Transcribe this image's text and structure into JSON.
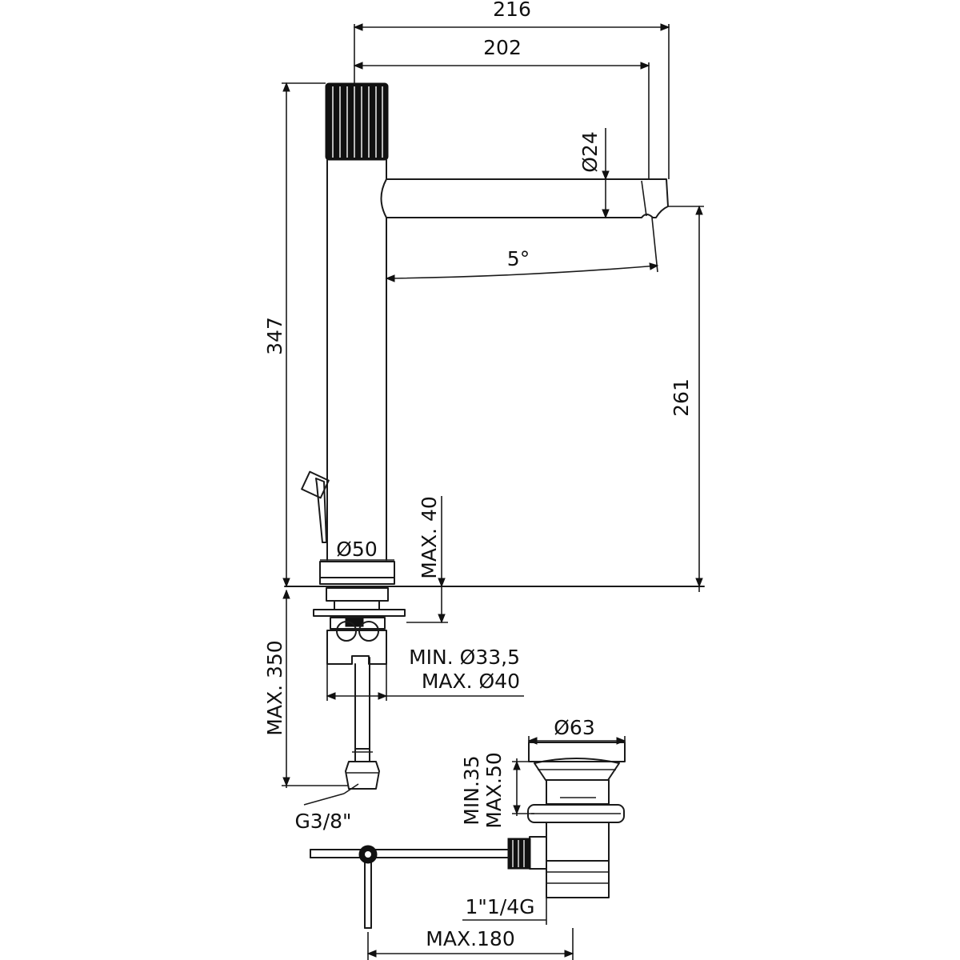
{
  "drawing": {
    "type": "technical-dimension-drawing",
    "colors": {
      "line": "#1a1a1a",
      "background": "#ffffff"
    },
    "dimensions": {
      "width_total": "216",
      "width_spout": "202",
      "spout_diameter": "Ø24",
      "spout_angle": "5°",
      "height_total": "347",
      "spout_height": "261",
      "base_diameter": "Ø50",
      "max_deck": "MAX. 40",
      "hole_min": "MIN. Ø33,5",
      "hole_max": "MAX. Ø40",
      "hose_length": "MAX. 350",
      "connection": "G3/8\"",
      "waste_diameter": "Ø63",
      "waste_min": "MIN.35",
      "waste_max": "MAX.50",
      "waste_thread": "1\"1/4G",
      "rod_length": "MAX.180"
    }
  }
}
